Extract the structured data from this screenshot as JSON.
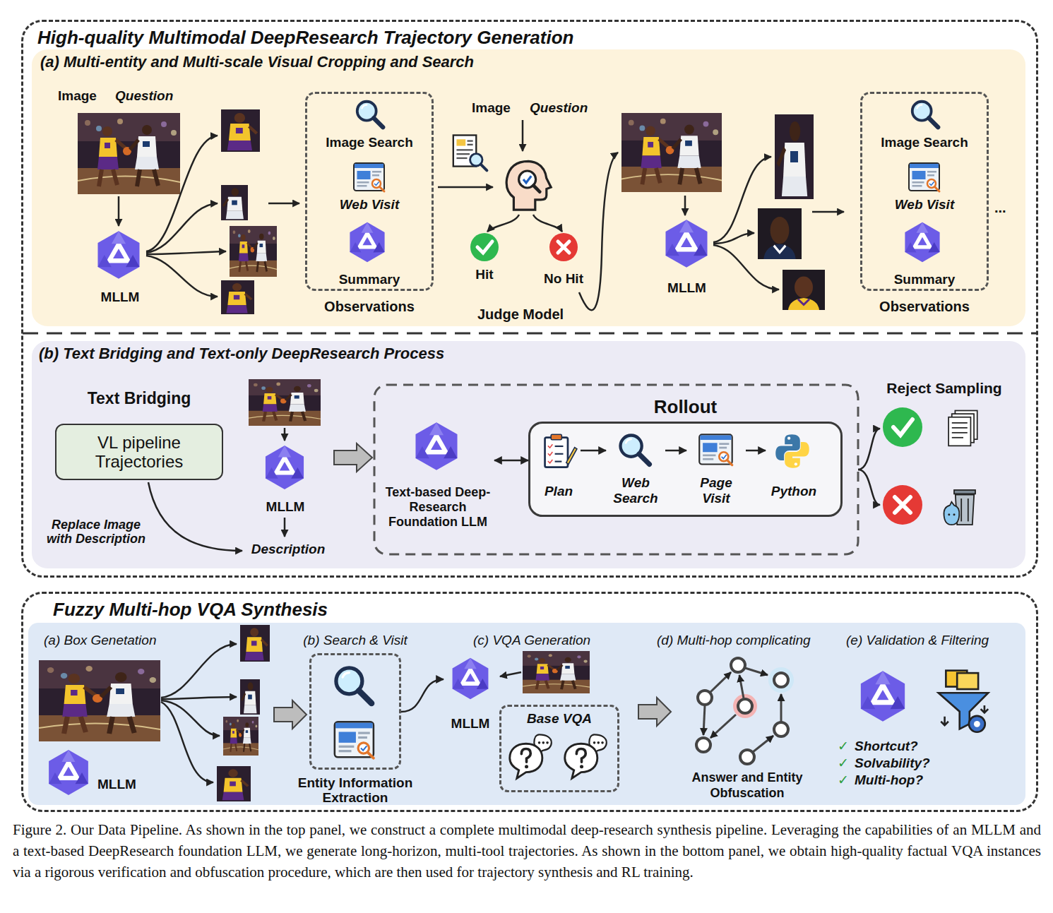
{
  "diagram": {
    "nodes": [
      {
        "text": [
          "High-quality Multimodal DeepResearch Trajectory Generation"
        ]
      },
      {
        "text": [
          "(a) Multi-entity and Multi-scale Visual Cropping and Search"
        ],
        "in": 0
      },
      {
        "text": [
          "MLLM"
        ],
        "in": 1
      },
      {
        "text": [
          "Image Search",
          "Web Visit",
          "Summary",
          "Observations"
        ],
        "in": 1
      },
      {
        "text": [
          "Hit"
        ],
        "in": 1
      },
      {
        "text": [
          "No Hit"
        ],
        "in": 1
      },
      {
        "text": [
          "MLLM"
        ],
        "in": 1
      },
      {
        "text": [
          "Image Search",
          "Web Visit",
          "Summary",
          "Observations"
        ],
        "in": 1
      },
      {
        "text": [
          "(b) Text Bridging and Text-only DeepResearch Process"
        ],
        "in": 0
      },
      {
        "text": [
          "VL pipeline Trajectories"
        ],
        "in": 8
      },
      {
        "text": [
          "MLLM"
        ],
        "in": 8
      },
      {
        "text": [
          "Text-based Deep-Research Foundation LLM"
        ],
        "in": 8
      },
      {
        "text": [
          "Rollout"
        ],
        "in": 8
      },
      {
        "text": [
          "Plan"
        ],
        "in": 12
      },
      {
        "text": [
          "Web Search"
        ],
        "in": 12
      },
      {
        "text": [
          "Page Visit"
        ],
        "in": 12
      },
      {
        "text": [
          "Python"
        ],
        "in": 12
      },
      {
        "text": [
          "Fuzzy Multi-hop VQA Synthesis"
        ]
      },
      {
        "text": [
          "MLLM"
        ],
        "in": 17
      },
      {
        "text": [
          "(b) Search & Visit",
          "Entity Information Extraction"
        ],
        "in": 17
      },
      {
        "text": [
          "MLLM"
        ],
        "in": 17
      },
      {
        "text": [
          "Base VQA"
        ],
        "in": 17
      }
    ],
    "edges": [
      {
        "from": 11,
        "to": 12,
        "arrow": "both"
      },
      {
        "from": 13,
        "to": 14,
        "arrow": "to"
      },
      {
        "from": 14,
        "to": 15,
        "arrow": "to"
      },
      {
        "from": 15,
        "to": 16,
        "arrow": "to"
      },
      {
        "from": 19,
        "to": 20,
        "arrow": "to"
      }
    ],
    "labels": [
      "Image",
      "Question",
      "Image",
      "Question",
      "Judge Model",
      "...",
      "Text Bridging",
      "Replace Image with Description",
      "Description",
      "Reject Sampling",
      "(a) Box Genetation",
      "(c) VQA Generation",
      "(d) Multi-hop complicating",
      "Answer and Entity Obfuscation",
      "(e) Validation & Filtering",
      "✓",
      "Shortcut?",
      "✓",
      "Solvability?",
      "✓",
      "Multi-hop?"
    ],
    "caption": "Figure 2. Our Data Pipeline. As shown in the top panel, we construct a complete multimodal deep-research synthesis pipeline. Leveraging the capabilities of an MLLM and a text-based DeepResearch foundation LLM, we generate long-horizon, multi-tool trajectories. As shown in the bottom panel, we obtain high-quality factual VQA instances via a rigorous verification and obfuscation procedure, which are then used for trajectory synthesis and RL training."
  }
}
